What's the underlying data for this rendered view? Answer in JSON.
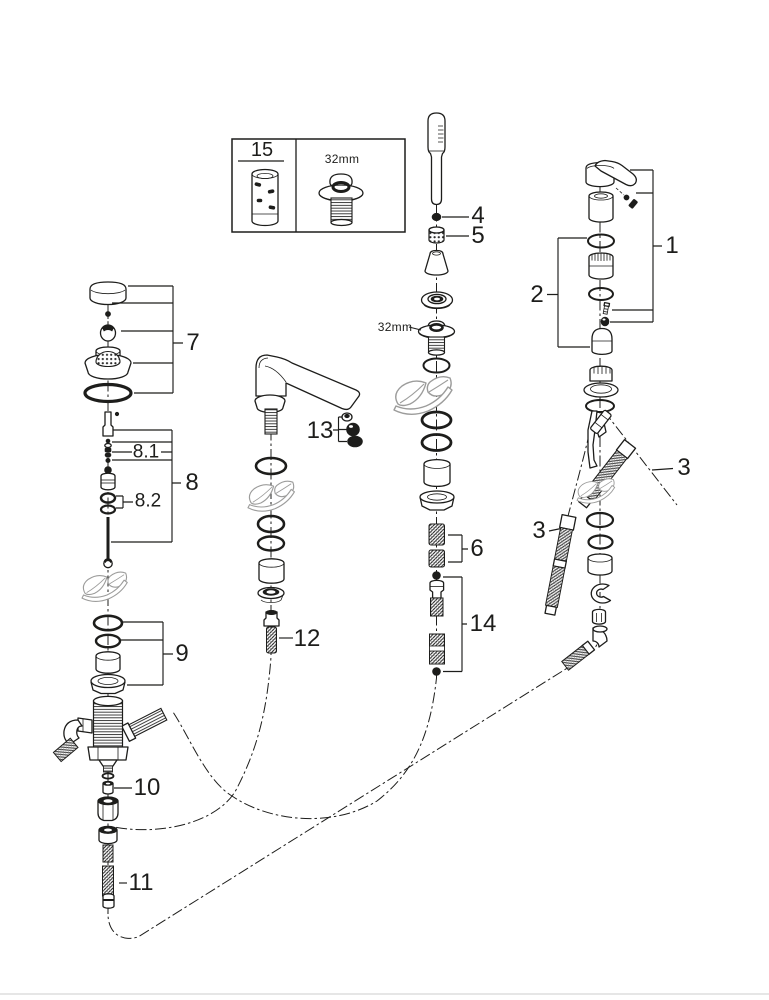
{
  "diagram": {
    "type": "exploded-parts-diagram",
    "background": "#ffffff",
    "line_color": "#1d1d1b",
    "eco_leaf_color": "#9c9c9b",
    "legend_box": {
      "part_number": "15",
      "size_label": "32mm"
    },
    "callouts": {
      "c1": "1",
      "c2": "2",
      "c3_right": "3",
      "c3_left": "3",
      "c4": "4",
      "c5": "5",
      "c6": "6",
      "c7": "7",
      "c8": "8",
      "c8_1": "8.1",
      "c8_2": "8.2",
      "c9": "9",
      "c10": "10",
      "c11": "11",
      "c12": "12",
      "c13": "13",
      "c14": "14",
      "size_mid": "32mm"
    },
    "icons": {
      "eco_leaf": "hand-with-leaves watermark"
    }
  }
}
